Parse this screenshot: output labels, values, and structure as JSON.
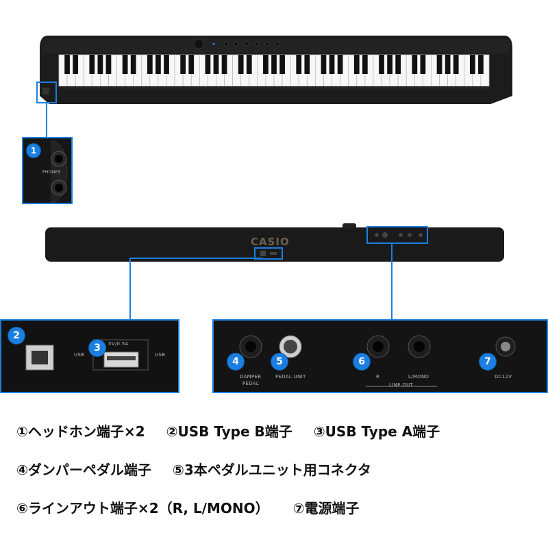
{
  "piano": {
    "brand": "CASIO",
    "front_labels": [
      "PHONES"
    ],
    "rear_labels": {
      "usb_left": "USB",
      "usb_right": "USB",
      "usb_rating": "5V/0.5A",
      "damper": [
        "DAMPER",
        "PEDAL"
      ],
      "pedal_unit": "PEDAL UNIT",
      "line_r": "R",
      "line_lmono": "L/MONO",
      "line_out": "LINE OUT",
      "dc": "DC12V"
    }
  },
  "badges": [
    "1",
    "2",
    "3",
    "4",
    "5",
    "6",
    "7"
  ],
  "descriptions": {
    "row1": [
      "①ヘッドホン端子×2",
      "②USB Type B端子",
      "③USB Type A端子"
    ],
    "row2": [
      "④ダンパーペダル端子",
      "⑤3本ペダルユニット用コネクタ"
    ],
    "row3": [
      "⑥ラインアウト端子×2（R, L/MONO）",
      "⑦電源端子"
    ]
  },
  "colors": {
    "accent": "#1a7fe0",
    "body": "#1b1b1b",
    "panel": "#111111"
  }
}
